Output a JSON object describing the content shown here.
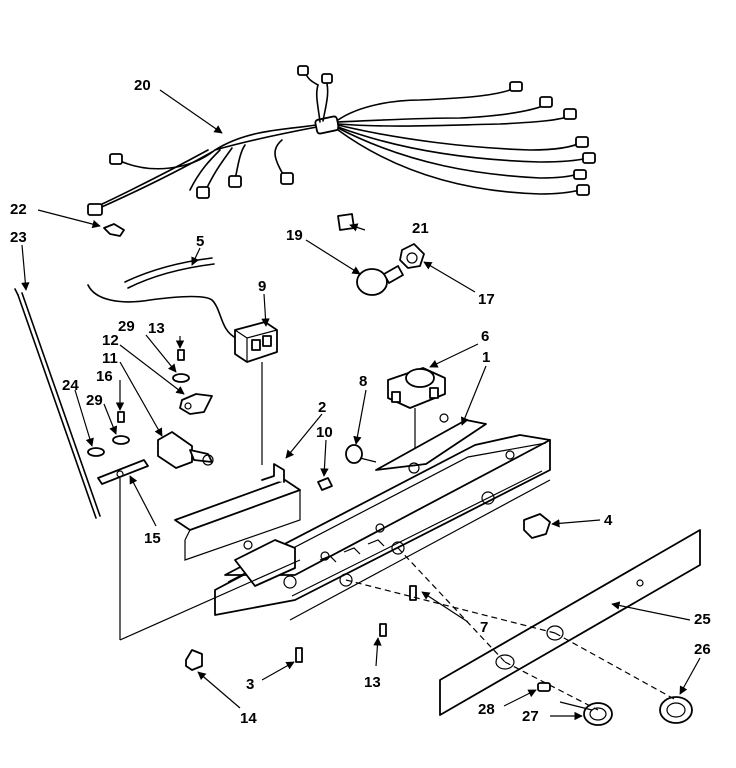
{
  "callouts": {
    "c1": "1",
    "c2": "2",
    "c3": "3",
    "c4": "4",
    "c5": "5",
    "c6": "6",
    "c7": "7",
    "c8": "8",
    "c9": "9",
    "c10": "10",
    "c11": "11",
    "c12": "12",
    "c13a": "13",
    "c13b": "13",
    "c14": "14",
    "c15": "15",
    "c16": "16",
    "c17": "17",
    "c19": "19",
    "c20": "20",
    "c21": "21",
    "c22": "22",
    "c23": "23",
    "c24": "24",
    "c25": "25",
    "c26": "26",
    "c27": "27",
    "c28": "28",
    "c29a": "29",
    "c29b": "29"
  }
}
